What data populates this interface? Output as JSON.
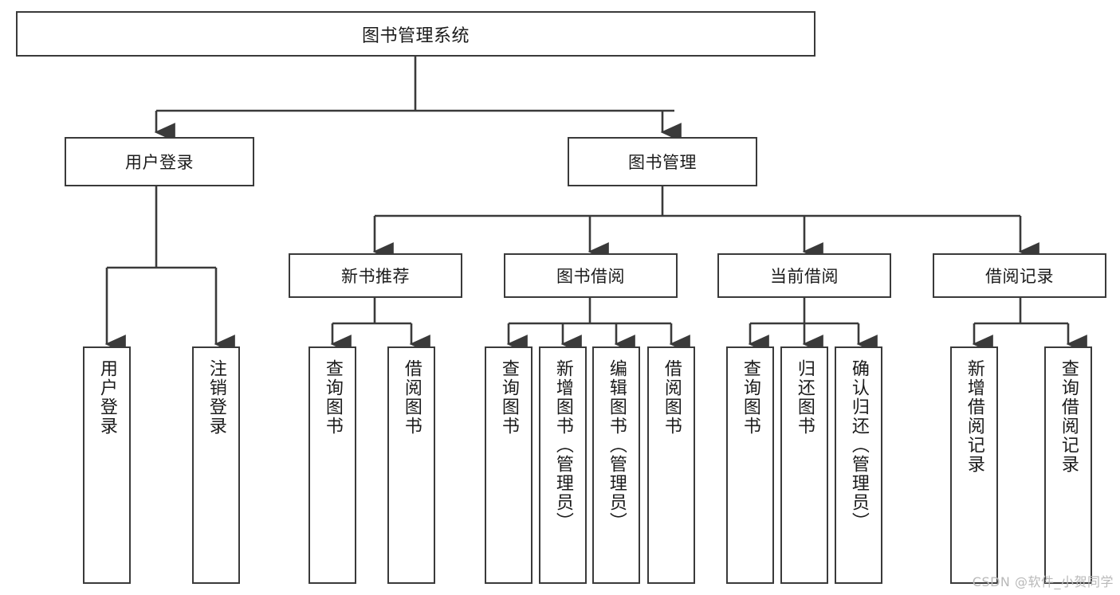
{
  "diagram": {
    "title": "图书管理系统",
    "type": "tree-hierarchy",
    "root": {
      "label": "图书管理系统"
    },
    "level2": [
      {
        "label": "用户登录"
      },
      {
        "label": "图书管理"
      }
    ],
    "level3": [
      {
        "label": "新书推荐"
      },
      {
        "label": "图书借阅"
      },
      {
        "label": "当前借阅"
      },
      {
        "label": "借阅记录"
      }
    ],
    "leaves": {
      "user_login": [
        {
          "label": "用户登录"
        },
        {
          "label": "注销登录"
        }
      ],
      "new_book_recommend": [
        {
          "label": "查询图书"
        },
        {
          "label": "借阅图书"
        }
      ],
      "book_borrow": [
        {
          "label": "查询图书"
        },
        {
          "label": "新增图书（管理员）"
        },
        {
          "label": "编辑图书（管理员）"
        },
        {
          "label": "借阅图书"
        }
      ],
      "current_borrow": [
        {
          "label": "查询图书"
        },
        {
          "label": "归还图书"
        },
        {
          "label": "确认归还（管理员）"
        }
      ],
      "borrow_record": [
        {
          "label": "新增借阅记录"
        },
        {
          "label": "查询借阅记录"
        }
      ]
    },
    "colors": {
      "box_border": "#3a3a3a",
      "box_fill": "#ffffff",
      "connector": "#3a3a3a",
      "text": "#1b1b1b",
      "watermark": "#b9b9b9"
    }
  },
  "watermark": {
    "text": "CSDN @软件_小贺同学"
  }
}
